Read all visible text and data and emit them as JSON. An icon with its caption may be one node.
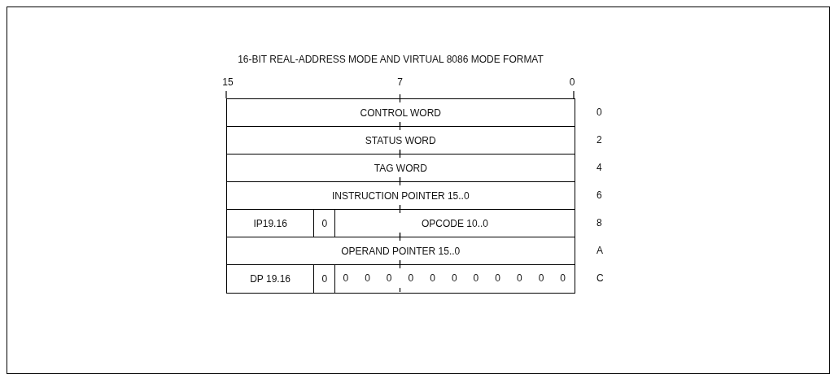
{
  "diagram": {
    "title": "16-BIT REAL-ADDRESS MODE AND VIRTUAL 8086 MODE FORMAT",
    "labels": [
      "15",
      "7",
      "0",
      "CONTROL WORD",
      "0",
      "STATUS WORD",
      "2",
      "TAG WORD",
      "4",
      "INSTRUCTION POINTER 15..0",
      "6",
      "IP19.16",
      "0",
      "OPCODE 10..0",
      "8",
      "OPERAND POINTER 15..0",
      "A",
      "DP 19.16",
      "0",
      "0",
      "0",
      "0",
      "0",
      "0",
      "0",
      "0",
      "0",
      "0",
      "0",
      "0",
      "C"
    ]
  }
}
